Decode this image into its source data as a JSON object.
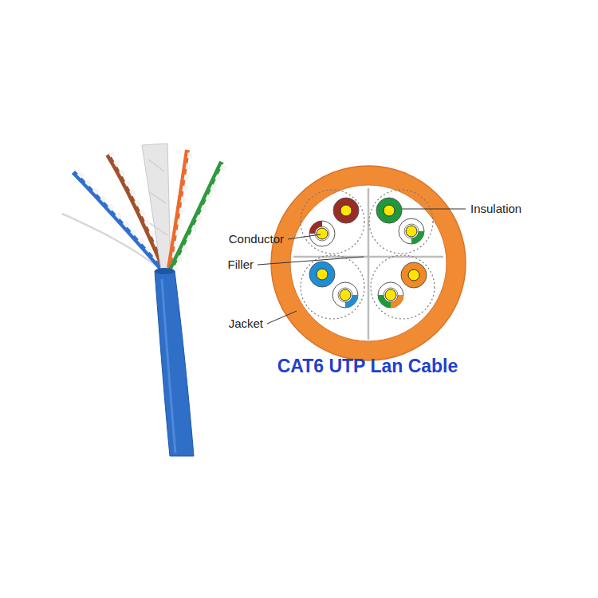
{
  "diagram": {
    "caption": "CAT6 UTP Lan Cable",
    "labels": [
      "Insulation",
      "Conductor",
      "Filler",
      "Jacket"
    ]
  }
}
